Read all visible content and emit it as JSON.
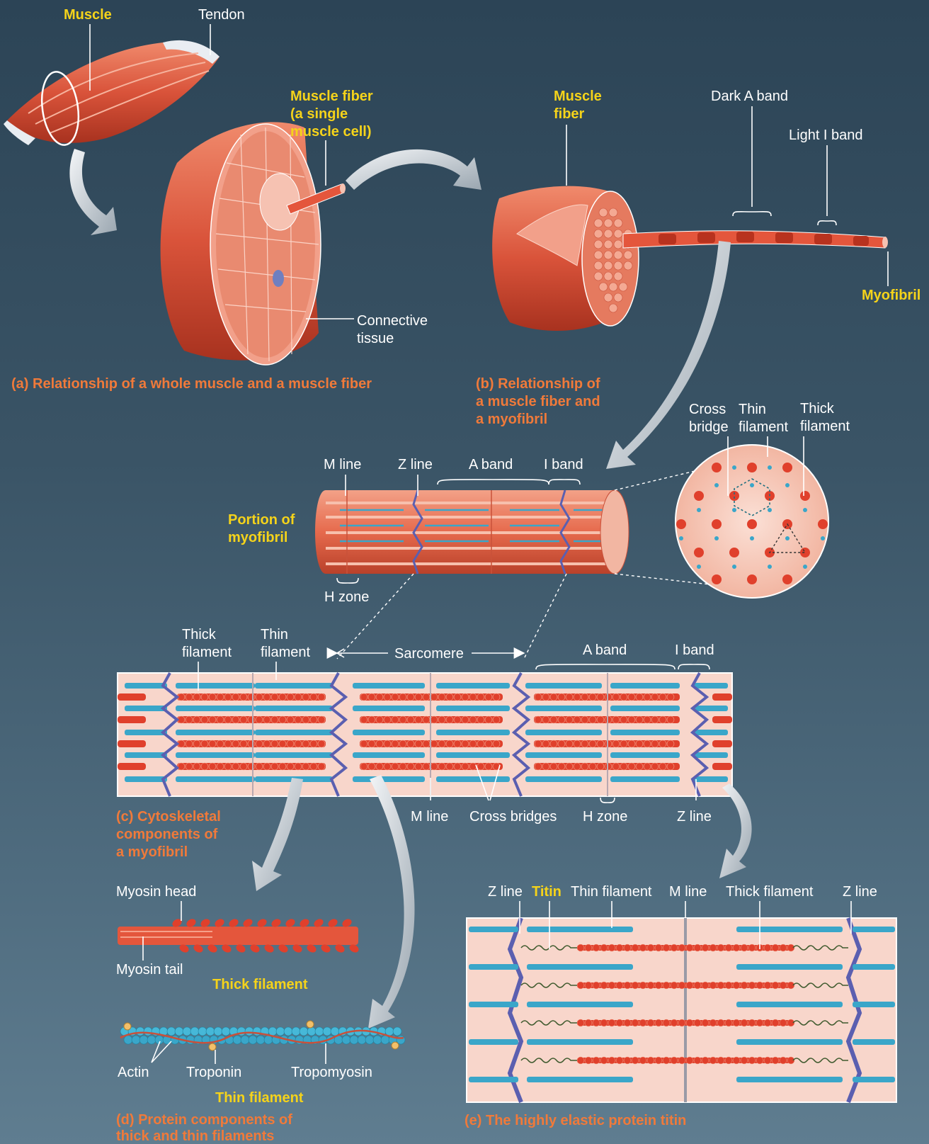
{
  "panel_a": {
    "muscle": "Muscle",
    "tendon": "Tendon",
    "muscle_fiber": [
      "Muscle fiber",
      "(a single",
      "muscle cell)"
    ],
    "connective_tissue": [
      "Connective",
      "tissue"
    ],
    "caption": "(a)  Relationship of a whole muscle and a muscle fiber"
  },
  "panel_b": {
    "muscle_fiber": [
      "Muscle",
      "fiber"
    ],
    "dark_a_band": "Dark A band",
    "light_i_band": "Light I band",
    "myofibril": "Myofibril",
    "caption": [
      "(b)  Relationship of",
      "a muscle fiber and",
      "a myofibril"
    ]
  },
  "portion": {
    "title": [
      "Portion of",
      "myofibril"
    ],
    "m_line": "M line",
    "z_line": "Z line",
    "a_band": "A band",
    "i_band": "I band",
    "h_zone": "H zone",
    "cross_bridge": [
      "Cross",
      "bridge"
    ],
    "thin_filament": [
      "Thin",
      "filament"
    ],
    "thick_filament": [
      "Thick",
      "filament"
    ]
  },
  "panel_c": {
    "thick_filament": [
      "Thick",
      "filament"
    ],
    "thin_filament": [
      "Thin",
      "filament"
    ],
    "sarcomere": "Sarcomere",
    "a_band": "A band",
    "i_band": "I band",
    "m_line": "M line",
    "cross_bridges": "Cross bridges",
    "h_zone": "H zone",
    "z_line": "Z line",
    "caption": [
      "(c)  Cytoskeletal",
      "components of",
      "a myofibril"
    ]
  },
  "panel_d": {
    "myosin_head": "Myosin head",
    "myosin_tail": "Myosin tail",
    "thick_filament": "Thick filament",
    "actin": "Actin",
    "troponin": "Troponin",
    "tropomyosin": "Tropomyosin",
    "thin_filament": "Thin filament",
    "caption": [
      "(d)  Protein components of",
      "thick and thin filaments"
    ]
  },
  "panel_e": {
    "z_line_left": "Z line",
    "titin": "Titin",
    "thin_filament": "Thin filament",
    "m_line": "M line",
    "thick_filament": "Thick filament",
    "z_line_right": "Z line",
    "caption": "(e)  The highly elastic protein titin"
  },
  "colors": {
    "background": "#3a5466",
    "muscle": "#d9533a",
    "thick_filament": "#e0402c",
    "thin_filament": "#3aa6c9",
    "z_line": "#5b5fb0",
    "label_yellow": "#f5d31a",
    "caption_orange": "#f07a3a"
  }
}
